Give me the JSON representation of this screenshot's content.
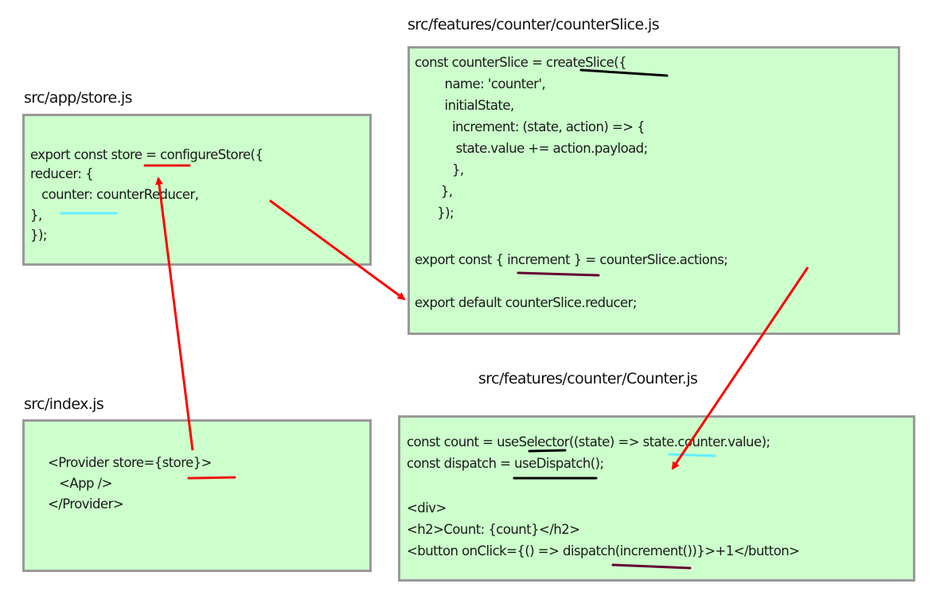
{
  "files": {
    "store": {
      "label": "src/app/store.js",
      "lines": [
        "export const store = configureStore({",
        "reducer: {",
        "   counter: counterReducer,",
        "},",
        "});"
      ]
    },
    "slice": {
      "label": "src/features/counter/counterSlice.js",
      "lines": [
        "const counterSlice = createSlice({",
        "        name: 'counter',",
        "        initialState,",
        "          increment: (state, action) => {",
        "           state.value += action.payload;",
        "          },",
        "       },",
        "      });",
        "",
        "export const { increment } = counterSlice.actions;",
        "",
        "export default counterSlice.reducer;"
      ]
    },
    "index": {
      "label": "src/index.js",
      "lines": [
        "<Provider store={store}>",
        "   <App />",
        "</Provider>"
      ]
    },
    "counter": {
      "label": "src/features/counter/Counter.js",
      "lines": [
        "const count = useSelector((state) => state.counter.value);",
        "const dispatch = useDispatch();",
        "",
        "<div>",
        "<h2>Count: {count}</h2>",
        "<button onClick={() => dispatch(increment())}>+1</button>"
      ]
    }
  },
  "annotations": {
    "colors": {
      "arrow": "#ff0000",
      "store_underline": "#ee1111",
      "counter_underline": "#66eeff",
      "hook_underline": "#000000",
      "increment_underline": "#660033"
    },
    "arrows": [
      {
        "from": "index.store",
        "to": "store.store"
      },
      {
        "from": "store.counterReducer",
        "to": "slice.reducer"
      },
      {
        "from": "slice.actions",
        "to": "counter.useDispatch"
      }
    ]
  }
}
